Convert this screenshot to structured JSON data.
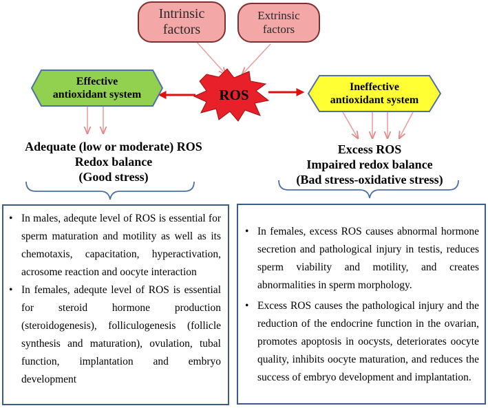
{
  "factors": {
    "intrinsic": [
      "Intrinsic",
      "factors"
    ],
    "extrinsic": [
      "Extrinsic",
      "factors"
    ]
  },
  "center": {
    "label": "ROS"
  },
  "left_hex": {
    "lines": [
      "Effective",
      "antioxidant system"
    ]
  },
  "right_hex": {
    "lines": [
      "Ineffective",
      "antioxidant system"
    ]
  },
  "left_outcome": [
    "Adequate (low or moderate) ROS",
    "Redox balance",
    "(Good stress)"
  ],
  "right_outcome": [
    "Excess ROS",
    "Impaired redox balance",
    "(Bad stress-oxidative stress)"
  ],
  "left_panel": {
    "items": [
      "In males, adequte level of ROS is essential for sperm maturation and motility as well as its chemotaxis, capacitation, hyperactivation, acrosome reaction and oocyte interaction",
      "In females, adequte level of ROS is essential for steroid hormone production (steroidogenesis), folliculogenesis (follicle synthesis and maturation), ovulation, tubal function, implantation and embryo development"
    ]
  },
  "right_panel": {
    "items": [
      "In females, excess ROS causes abnormal hormone secretion and pathological injury in testis, reduces sperm viability and motility, and creates abnormalities in sperm morphology.",
      "Excess ROS causes the pathological injury and the reduction of the endocrine function in the ovarian, promotes apoptosis in oocysts, deteriorates oocyte quality, inhibits oocyte maturation, and reduces the success of embryo development and implantation."
    ]
  },
  "colors": {
    "factor_fill": "#f4a7a7",
    "ros_fill": "#e8202a",
    "left_hex_fill": "#92d050",
    "right_hex_fill": "#ffff33",
    "hex_border": "#4f6fa8",
    "arrow_red": "#dd1111",
    "arrow_pink": "#e89a9a",
    "brace": "#4a6fa5"
  }
}
